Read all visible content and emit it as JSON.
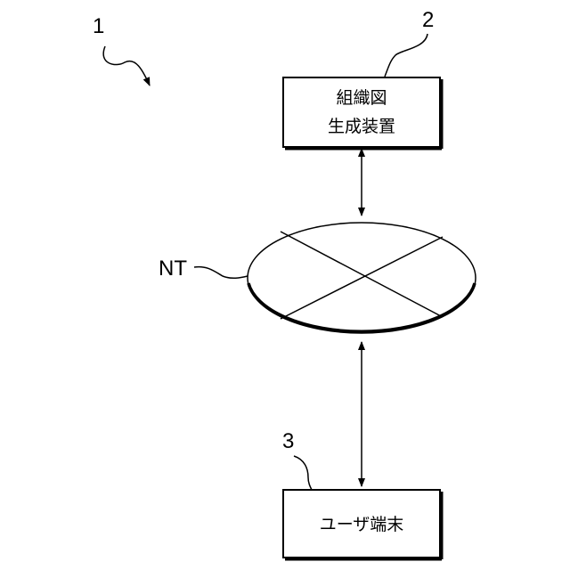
{
  "labels": {
    "system_ref": "1",
    "generator_ref": "2",
    "terminal_ref": "3",
    "network_ref": "NT"
  },
  "boxes": {
    "generator": {
      "line1": "組織図",
      "line2": "生成装置"
    },
    "terminal": {
      "label": "ユーザ端末"
    }
  }
}
